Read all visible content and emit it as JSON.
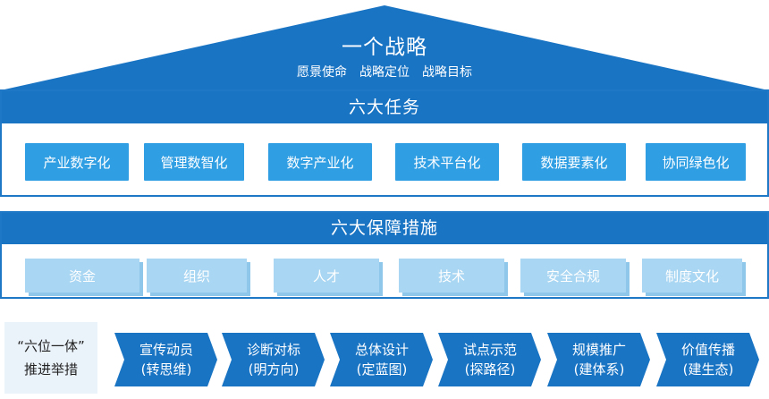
{
  "colors": {
    "primary": "#1a74c4",
    "task_box": "#2f9ee3",
    "measure_box": "#a9d6f2",
    "label_bg": "#eaf2fa"
  },
  "strategy": {
    "title": "一个战略",
    "items": [
      "愿景使命",
      "战略定位",
      "战略目标"
    ]
  },
  "tasks": {
    "title": "六大任务",
    "items": [
      "产业数字化",
      "管理数智化",
      "数字产业化",
      "技术平台化",
      "数据要素化",
      "协同绿色化"
    ]
  },
  "measures": {
    "title": "六大保障措施",
    "items": [
      "资金",
      "组织",
      "人才",
      "技术",
      "安全合规",
      "制度文化"
    ]
  },
  "initiatives": {
    "label_line1": "“六位一体”",
    "label_line2": "推进举措",
    "items": [
      {
        "name": "宣传动员",
        "sub": "(转思维)"
      },
      {
        "name": "诊断对标",
        "sub": "(明方向)"
      },
      {
        "name": "总体设计",
        "sub": "(定蓝图)"
      },
      {
        "name": "试点示范",
        "sub": "(探路径)"
      },
      {
        "name": "规模推广",
        "sub": "(建体系)"
      },
      {
        "name": "价值传播",
        "sub": "(建生态)"
      }
    ]
  }
}
